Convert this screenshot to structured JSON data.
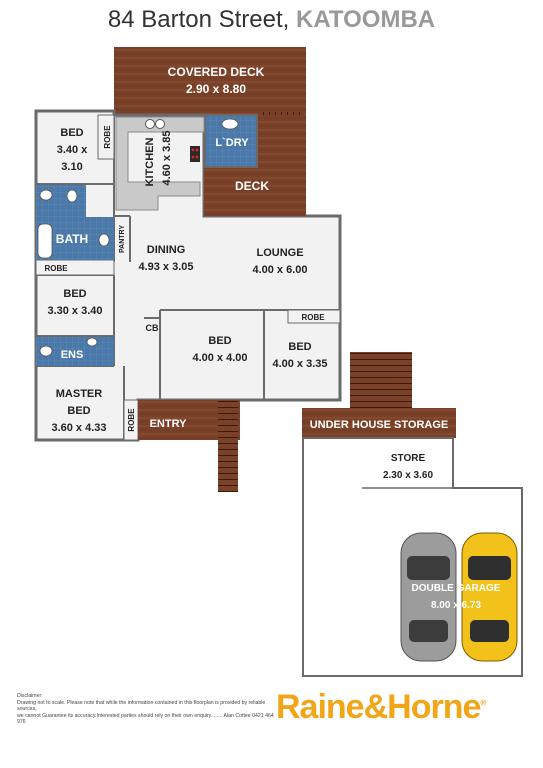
{
  "header": {
    "address": "84 Barton Street, ",
    "suburb": "KATOOMBA"
  },
  "rooms": {
    "covered_deck": {
      "name": "COVERED DECK",
      "size": "2.90 x 8.80"
    },
    "bed_nw": {
      "name": "BED",
      "size1": "3.40 x",
      "size2": "3.10"
    },
    "kitchen": {
      "name": "KITCHEN",
      "size": "4.60 x 3.85"
    },
    "laundry": {
      "name": "L`DRY"
    },
    "deck": {
      "name": "DECK"
    },
    "bath": {
      "name": "BATH"
    },
    "pantry": {
      "name": "PANTRY"
    },
    "dining": {
      "name": "DINING",
      "size": "4.93 x 3.05"
    },
    "lounge": {
      "name": "LOUNGE",
      "size": "4.00 x 6.00"
    },
    "bed_w": {
      "name": "BED",
      "size": "3.30 x 3.40"
    },
    "cb": {
      "name": "CB"
    },
    "bed_c": {
      "name": "BED",
      "size": "4.00 x 4.00"
    },
    "bed_e": {
      "name": "BED",
      "size": "4.00 x 3.35"
    },
    "ens": {
      "name": "ENS"
    },
    "master_bed": {
      "name1": "MASTER",
      "name2": "BED",
      "size": "3.60 x 4.33"
    },
    "entry": {
      "name": "ENTRY"
    },
    "under_house": {
      "name": "UNDER HOUSE STORAGE"
    },
    "store": {
      "name": "STORE",
      "size": "2.30 x 3.60"
    },
    "double_garage": {
      "name": "DOUBLE GARAGE",
      "size": "8.00 x 6.73"
    },
    "robe": "ROBE"
  },
  "footer": {
    "disclaimer_title": "Disclaimer:",
    "disclaimer_line1": "Drawing not to scale. Please note that while the information contained in this floorplan is provided by reliable sources,",
    "disclaimer_line2": "we cannot Guarantee its accuracy.Interested parties should rely on their own enquiry........ Alan Cottee 0421 464 976",
    "brand": "Raine&Horne",
    "brand_mark": "®"
  },
  "colors": {
    "deck_brown": "#7a4128",
    "floor_grey": "#f2f2f2",
    "wall": "#6a6a6a",
    "tile_blue": "#4a78a8",
    "car_yellow": "#f2c21b",
    "car_grey": "#9c9c9c",
    "brand_orange": "#f3a51a"
  }
}
